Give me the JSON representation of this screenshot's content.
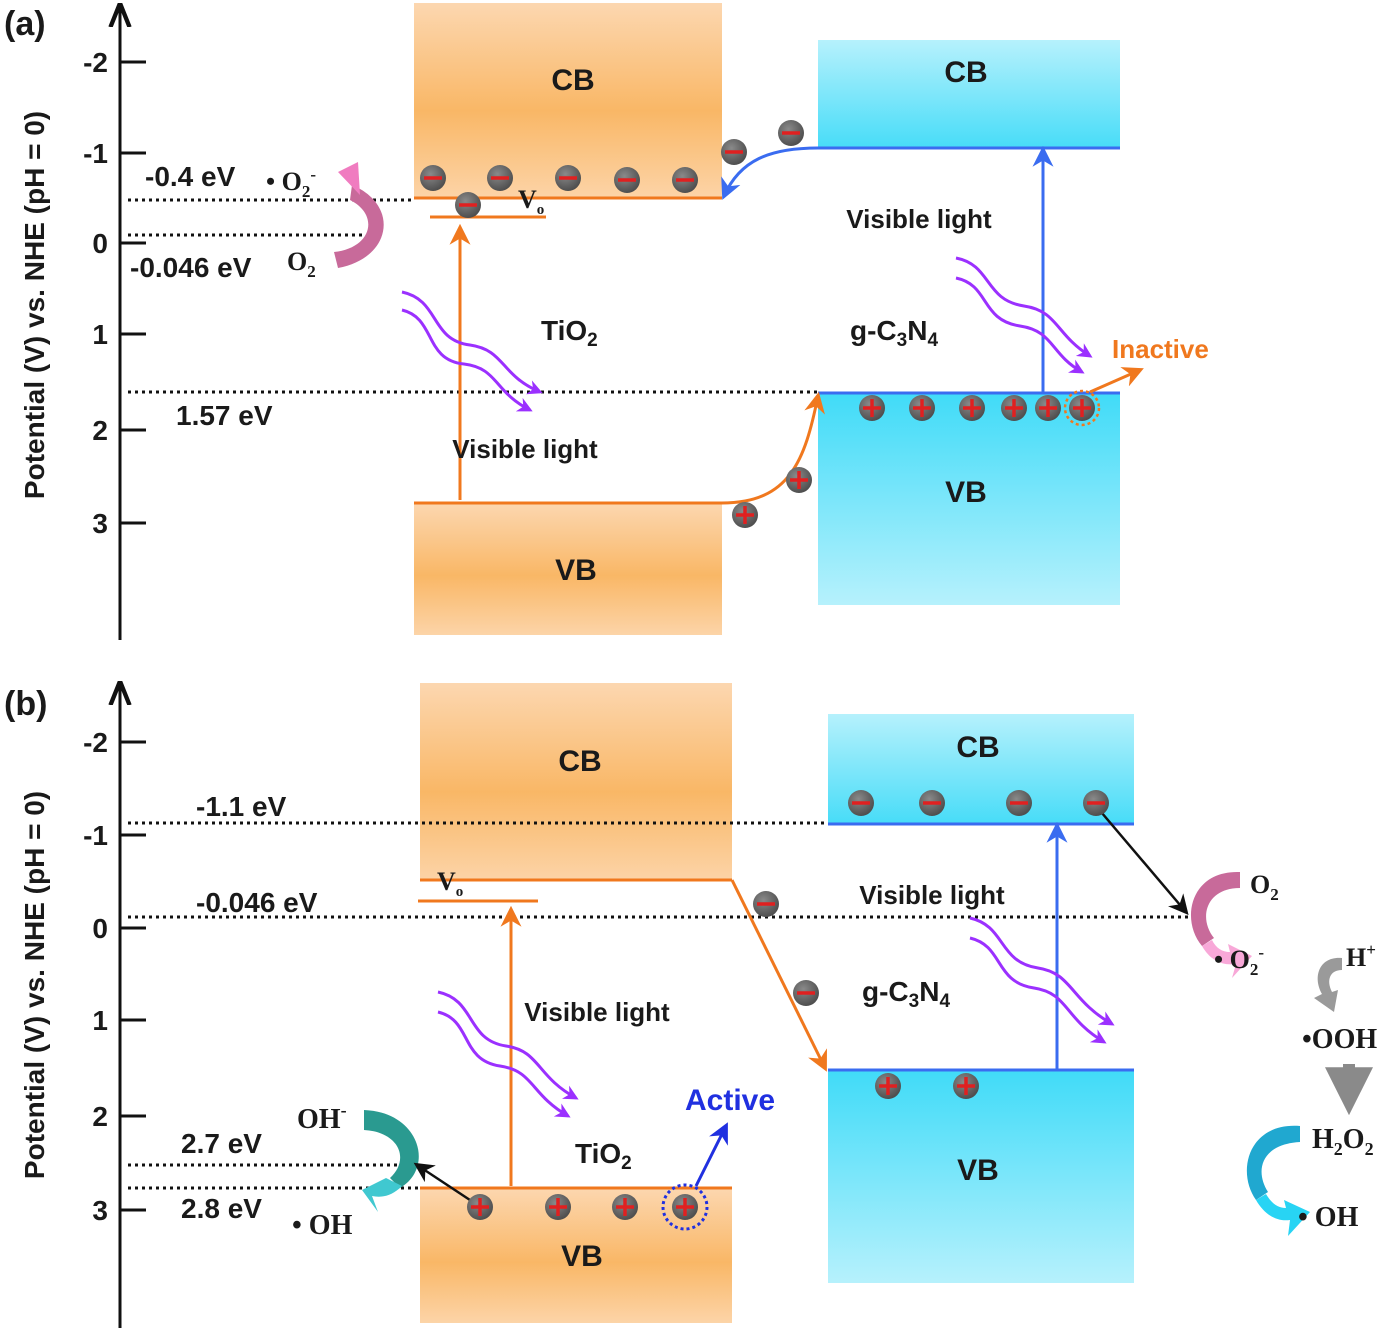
{
  "panel_a": {
    "label": "(a)",
    "y_axis_label": "Potential (V) vs. NHE (pH = 0)",
    "ticks": [
      "-2",
      "-1",
      "0",
      "1",
      "2",
      "3"
    ],
    "tio2": {
      "cb": "CB",
      "vb": "VB",
      "name_main": "TiO",
      "name_sub": "2",
      "vo_main": "V",
      "vo_sub": "o",
      "light": "Visible light"
    },
    "gc3n4": {
      "cb": "CB",
      "vb": "VB",
      "name_a": "g-C",
      "name_b": "3",
      "name_c": "N",
      "name_d": "4",
      "light": "Visible light"
    },
    "levels": {
      "cb_level": "-0.4 eV",
      "o2_level": "-0.046 eV",
      "vb_level": "1.57 eV"
    },
    "species": {
      "superoxide_main": "• O",
      "superoxide_sub": "2",
      "superoxide_sup": "-",
      "oxygen_main": "O",
      "oxygen_sub": "2"
    },
    "status": "Inactive"
  },
  "panel_b": {
    "label": "(b)",
    "y_axis_label": "Potential (V) vs. NHE (pH = 0)",
    "ticks": [
      "-2",
      "-1",
      "0",
      "1",
      "2",
      "3"
    ],
    "tio2": {
      "cb": "CB",
      "vb": "VB",
      "name_main": "TiO",
      "name_sub": "2",
      "vo_main": "V",
      "vo_sub": "o",
      "light": "Visible light"
    },
    "gc3n4": {
      "cb": "CB",
      "vb": "VB",
      "name_a": "g-C",
      "name_b": "3",
      "name_c": "N",
      "name_d": "4",
      "light": "Visible light"
    },
    "levels": {
      "cb_level": "-1.1 eV",
      "o2_level": "-0.046 eV",
      "oh_level_1": "2.7 eV",
      "oh_level_2": "2.8 eV"
    },
    "species": {
      "hydroxide_main": "OH",
      "hydroxide_sup": "-",
      "hydroxyl": "• OH",
      "oxygen_main": "O",
      "oxygen_sub": "2",
      "superoxide_main": "• O",
      "superoxide_sub": "2",
      "superoxide_sup": "-",
      "proton_main": "H",
      "proton_sup": "+",
      "hydroperoxyl": "•OOH",
      "peroxide_a": "H",
      "peroxide_b": "2",
      "peroxide_c": "O",
      "peroxide_d": "2",
      "hydroxyl_final": "• OH"
    },
    "status": "Active"
  },
  "colors": {
    "tio2_band": "#f9b766",
    "gc3n4_band": "#48dcf8",
    "orange_arrow": "#f0781e",
    "blue_arrow": "#3a6cf0",
    "light_arrow": "#9b30ff",
    "electron_mark": "#e02020",
    "status_inactive": "#f0781e",
    "status_active": "#2030e0"
  }
}
